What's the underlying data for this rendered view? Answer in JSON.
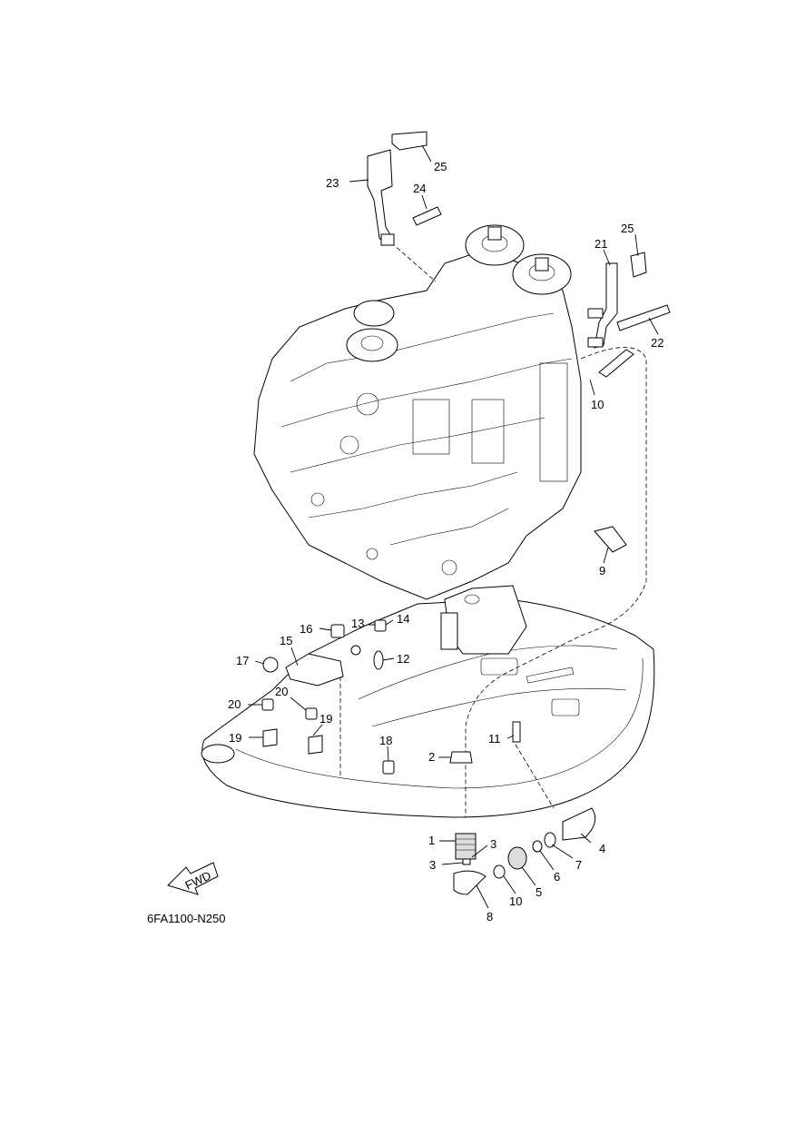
{
  "diagram": {
    "drawing_code": "6FA1100-N250",
    "fwd_badge": "FWD",
    "callouts": [
      "25",
      "23",
      "24",
      "21",
      "25",
      "22",
      "10",
      "9",
      "16",
      "13",
      "14",
      "15",
      "17",
      "12",
      "20",
      "20",
      "19",
      "19",
      "18",
      "2",
      "11",
      "1",
      "3",
      "3",
      "4",
      "7",
      "6",
      "5",
      "10",
      "8"
    ]
  }
}
